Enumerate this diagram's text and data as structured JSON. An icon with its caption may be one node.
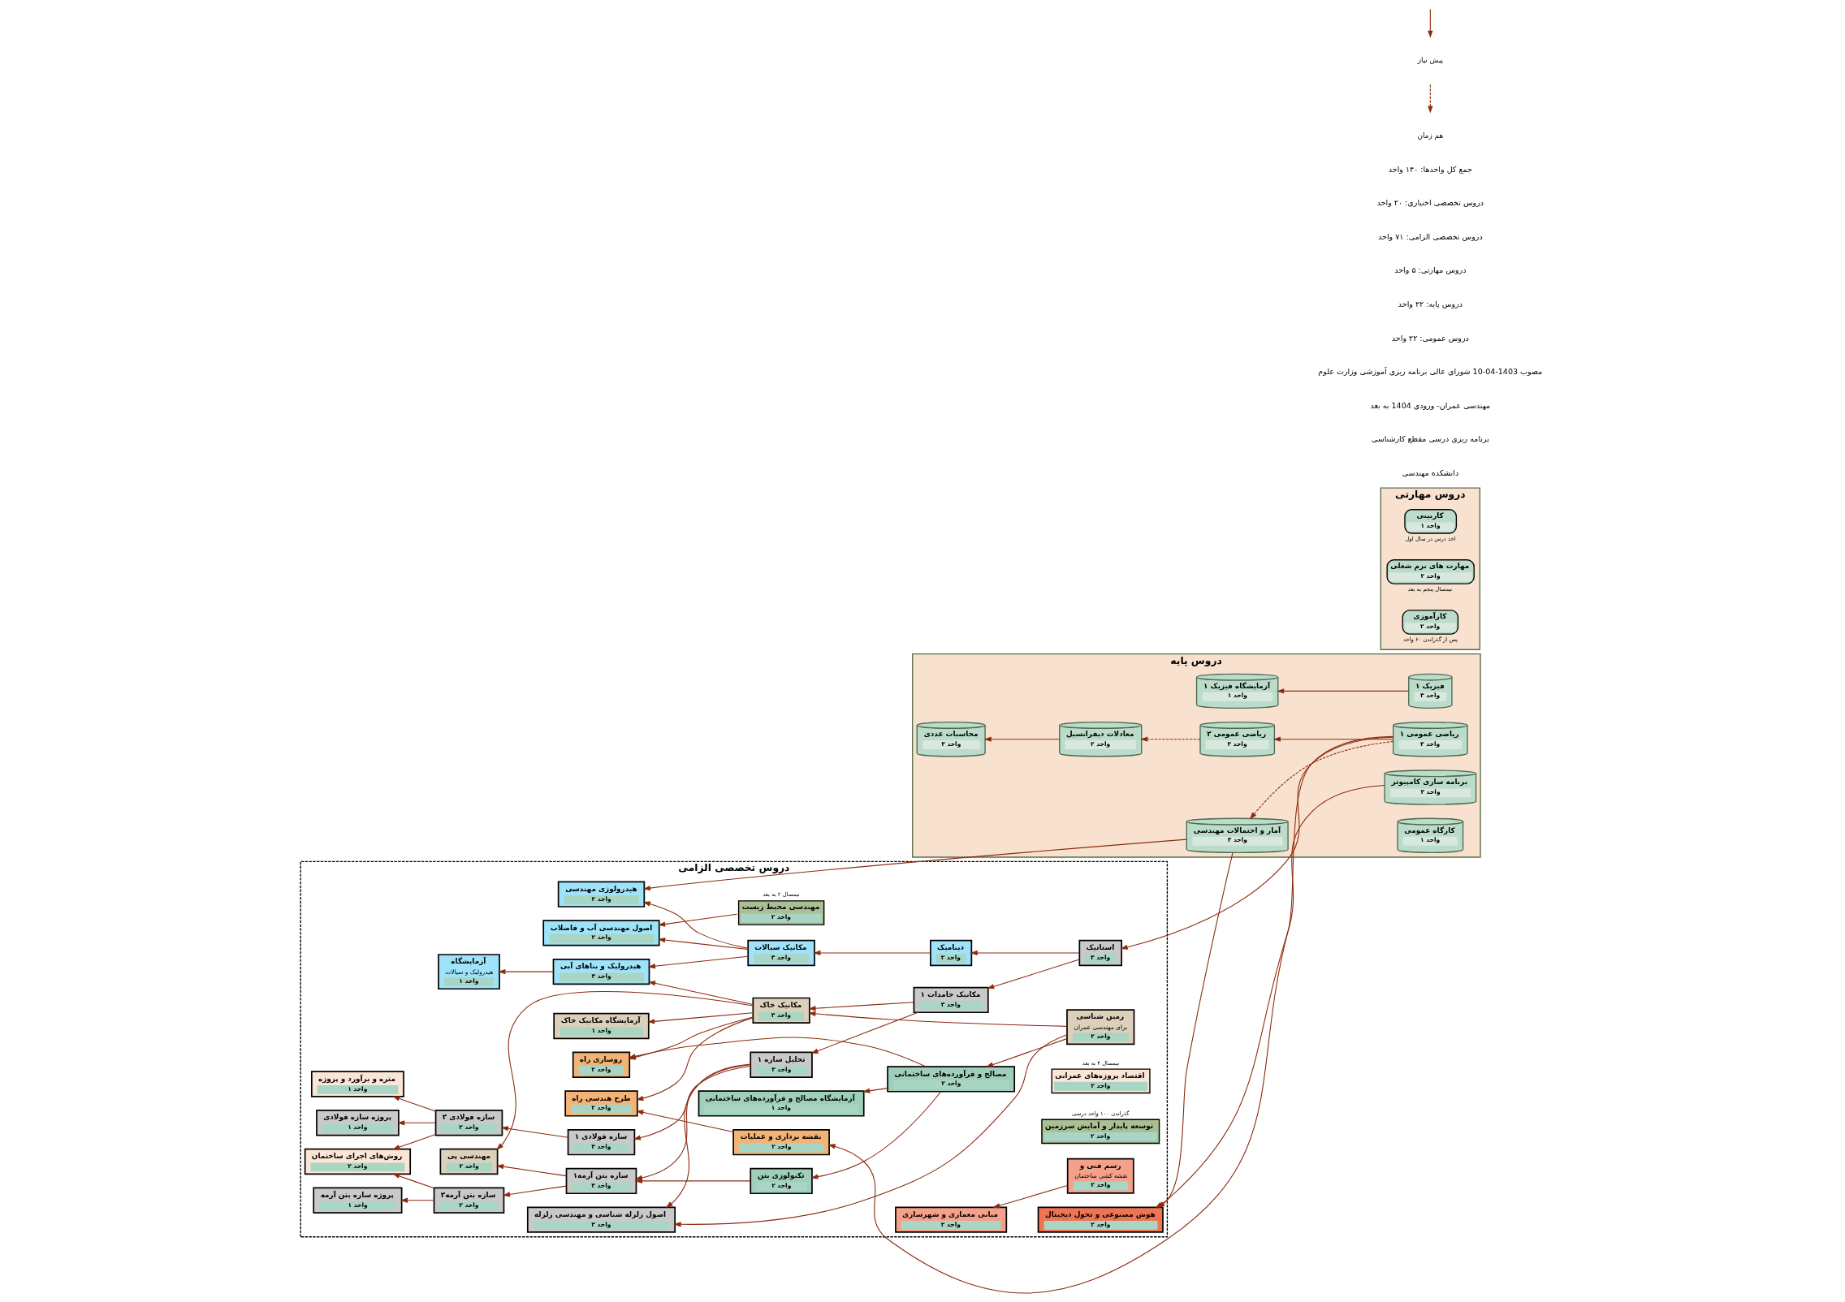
{
  "diagram": {
    "nodes": [
      {
        "text": [
          "دروس تخصصی الزامی"
        ]
      },
      {
        "text": [
          "دروس پایه"
        ]
      },
      {
        "text": [
          "دروس مهارتی"
        ]
      },
      {
        "text": [
          "پروژه سازه فولادی",
          "۱ واحد"
        ],
        "in": 0
      },
      {
        "text": [
          "متره و برآورد و پروژه",
          "۱ واحد"
        ],
        "in": 0
      },
      {
        "text": [
          "روش‌های اجرای ساختمان",
          "۲ واحد"
        ],
        "in": 0
      },
      {
        "text": [
          "پروژه سازه بتن آرمه",
          "۱ واحد"
        ],
        "in": 0
      },
      {
        "text": [
          "سازه فولادی ۲",
          "۲ واحد"
        ],
        "in": 0
      },
      {
        "text": [
          "سازه بتن آرمه۲",
          "۲ واحد"
        ],
        "in": 0
      },
      {
        "text": [
          "سازه فولادی ۱",
          "۳ واحد"
        ],
        "in": 0
      },
      {
        "text": [
          "اصول زلزله شناسی و مهندسی زلزله",
          "۳ واحد"
        ],
        "in": 0
      },
      {
        "text": [
          "سازه بتن آرمه۱",
          "۳ واحد"
        ],
        "in": 0
      },
      {
        "text": [
          "تحلیل سازه ۱",
          "۳ واحد"
        ],
        "in": 0
      },
      {
        "text": [
          "مکانیک جامدات ۱",
          "۳ واحد"
        ],
        "in": 0
      },
      {
        "text": [
          "استاتیک",
          "۳ واحد"
        ],
        "in": 0
      },
      {
        "text": [
          "تکنولوژی بتن",
          "۲ واحد"
        ],
        "in": 0
      },
      {
        "text": [
          "آزمایشگاه مصالح و فرآورده‌های ساختمانی",
          "۱ واحد"
        ],
        "in": 0
      },
      {
        "text": [
          "مصالح و فرآورده‌های ساختمانی",
          "۲ واحد"
        ],
        "in": 0
      },
      {
        "text": [
          "زمین شناسی",
          "برای مهندسی عمران",
          "۲ واحد"
        ],
        "in": 0
      },
      {
        "text": [
          "روسازی راه",
          "۲ واحد"
        ],
        "in": 0
      },
      {
        "text": [
          "مهندسی پی",
          "۲ واحد"
        ],
        "in": 0
      },
      {
        "text": [
          "مکانیک خاک",
          "۳ واحد"
        ],
        "in": 0
      },
      {
        "text": [
          "طرح هندسی راه",
          "۲ واحد"
        ],
        "in": 0
      },
      {
        "text": [
          "نقشه برداری و عملیات",
          "۲ واحد"
        ],
        "in": 0
      },
      {
        "text": [
          "اقتصاد پروژه‌های عمرانی",
          "۲ واحد"
        ],
        "in": 0,
        "beside": [
          "نیمسال ۴ به بعد"
        ]
      },
      {
        "text": [
          "آزمایشگاه مکانیک خاک",
          "۱ واحد"
        ],
        "in": 0
      },
      {
        "text": [
          "آزمایشگاه",
          "هیدرولیک و سیالات",
          "۱ واحد"
        ],
        "in": 0
      },
      {
        "text": [
          "هیدرولیک و بناهای آبی",
          "۳ واحد"
        ],
        "in": 0
      },
      {
        "text": [
          "مکانیک سیالات",
          "۳ واحد"
        ],
        "in": 0
      },
      {
        "text": [
          "دینامیک",
          "۲ واحد"
        ],
        "in": 0
      },
      {
        "text": [
          "توسعه پایدار و آمایش سرزمین",
          "۲ واحد"
        ],
        "in": 0,
        "beside": [
          "گذراندن ۱۰۰ واحد درسی"
        ]
      },
      {
        "text": [
          "هیدرولوژی مهندسی",
          "۲ واحد"
        ],
        "in": 0
      },
      {
        "text": [
          "مهندسی محیط زیست",
          "۲ واحد"
        ],
        "in": 0,
        "beside": [
          "نیمسال ۲ به بعد"
        ]
      },
      {
        "text": [
          "اصول مهندسی آب و فاضلاب",
          "۲ واحد"
        ],
        "in": 0
      },
      {
        "text": [
          "مبانی معماری و شهرسازی",
          "۲ واحد"
        ],
        "in": 0
      },
      {
        "text": [
          "رسم فنی و",
          "نقشه کشی ساختمان",
          "۲ واحد"
        ],
        "in": 0
      },
      {
        "text": [
          "هوش مصنوعی و تحول دیجیتال",
          "۲ واحد"
        ],
        "in": 0
      },
      {
        "text": [
          "فیزیک ۱",
          "۳ واحد"
        ],
        "in": 1
      },
      {
        "text": [
          "ریاضی عمومی ۱",
          "۳ واحد"
        ],
        "in": 1
      },
      {
        "text": [
          "آزمایشگاه فیزیک ۱",
          "۱ واحد"
        ],
        "in": 1
      },
      {
        "text": [
          "ریاضی عمومی ۲",
          "۳ واحد"
        ],
        "in": 1
      },
      {
        "text": [
          "محاسبات عددی",
          "۳ واحد"
        ],
        "in": 1
      },
      {
        "text": [
          "معادلات دیفرانسیل",
          "۲ واحد"
        ],
        "in": 1
      },
      {
        "text": [
          "برنامه سازی کامپیوتر",
          "۳ واحد"
        ],
        "in": 1
      },
      {
        "text": [
          "آمار و احتمالات مهندسی",
          "۳ واحد"
        ],
        "in": 1
      },
      {
        "text": [
          "کارگاه عمومی",
          "۱ واحد"
        ],
        "in": 1
      },
      {
        "text": [
          "کاربینی",
          "۱ واحد"
        ],
        "in": 2,
        "beside": [
          "اخذ درس در سال اول"
        ]
      },
      {
        "text": [
          "مهارت های نرم شغلی",
          "۲ واحد"
        ],
        "in": 2,
        "beside": [
          "نیمسال پنجم به بعد"
        ]
      },
      {
        "text": [
          "کارآموزی",
          "۲ واحد"
        ],
        "in": 2,
        "beside": [
          "پس از گذراندن ۶۰ واحد"
        ]
      }
    ],
    "edges": [
      {
        "from": 7,
        "to": 3,
        "arrow": "to"
      },
      {
        "from": 7,
        "to": 4,
        "arrow": "to"
      },
      {
        "from": 7,
        "to": 5,
        "arrow": "to"
      },
      {
        "from": 8,
        "to": 5,
        "arrow": "to"
      },
      {
        "from": 8,
        "to": 6,
        "arrow": "to"
      },
      {
        "from": 9,
        "to": 7,
        "arrow": "to"
      },
      {
        "from": 11,
        "to": 8,
        "arrow": "to"
      },
      {
        "from": 12,
        "to": 9,
        "arrow": "to"
      },
      {
        "from": 12,
        "to": 10,
        "arrow": "to"
      },
      {
        "from": 12,
        "to": 11,
        "arrow": "to"
      },
      {
        "from": 13,
        "to": 12,
        "arrow": "to"
      },
      {
        "from": 14,
        "to": 13,
        "arrow": "to"
      },
      {
        "from": 15,
        "to": 11,
        "arrow": "to"
      },
      {
        "from": 17,
        "to": 15,
        "arrow": "to"
      },
      {
        "from": 17,
        "to": 16,
        "arrow": "to"
      },
      {
        "from": 18,
        "to": 17,
        "arrow": "to"
      },
      {
        "from": 18,
        "to": 10,
        "arrow": "to"
      },
      {
        "from": 17,
        "to": 19,
        "arrow": "to"
      },
      {
        "from": 13,
        "to": 21,
        "arrow": "to"
      },
      {
        "from": 18,
        "to": 21,
        "arrow": "to"
      },
      {
        "from": 11,
        "to": 20,
        "arrow": "to"
      },
      {
        "from": 21,
        "to": 20,
        "arrow": "to"
      },
      {
        "from": 21,
        "to": 19,
        "arrow": "to"
      },
      {
        "from": 21,
        "to": 22,
        "arrow": "to"
      },
      {
        "from": 21,
        "to": 25,
        "arrow": "to"
      },
      {
        "from": 21,
        "to": 27,
        "arrow": "to"
      },
      {
        "from": 23,
        "to": 22,
        "arrow": "to"
      },
      {
        "from": 14,
        "to": 29,
        "arrow": "to"
      },
      {
        "from": 29,
        "to": 28,
        "arrow": "to"
      },
      {
        "from": 28,
        "to": 27,
        "arrow": "to"
      },
      {
        "from": 28,
        "to": 31,
        "arrow": "to"
      },
      {
        "from": 28,
        "to": 33,
        "arrow": "to"
      },
      {
        "from": 27,
        "to": 26,
        "arrow": "to"
      },
      {
        "from": 35,
        "to": 34,
        "arrow": "to"
      },
      {
        "from": 32,
        "to": 33,
        "arrow": "to"
      },
      {
        "from": 38,
        "to": 14,
        "arrow": "to"
      },
      {
        "from": 38,
        "to": 23,
        "arrow": "to"
      },
      {
        "from": 44,
        "to": 31,
        "arrow": "to"
      },
      {
        "from": 44,
        "to": 36,
        "arrow": "to"
      },
      {
        "from": 43,
        "to": 36,
        "arrow": "to"
      },
      {
        "from": 38,
        "to": 40,
        "arrow": "to"
      },
      {
        "from": 37,
        "to": 39,
        "arrow": "to"
      },
      {
        "from": 40,
        "to": 42,
        "arrow": "to",
        "style": "dashed"
      },
      {
        "from": 42,
        "to": 41,
        "arrow": "to"
      },
      {
        "from": 38,
        "to": 44,
        "arrow": "to",
        "style": "dashed"
      }
    ],
    "labels": [
      "دانشکده مهندسی",
      "برنامه ریزی درسی مقطع کارشناسی",
      "مهندسی عمران- ورودی 1404 به بعد",
      "مصوب 1403-04-10 شورای عالی برنامه ریزی آموزشی وزارت علوم",
      "دروس عمومی: ۲۲ واحد",
      "دروس پایه: ۲۲ واحد",
      "دروس مهارتی: ۵ واحد",
      "دروس تخصصی الزامی: ۷۱ واحد",
      "دروس تخصصی اختیاری: ۲۰ واحد",
      "جمع کل واحدها: ۱۴۰ واحد"
    ],
    "legend": [
      {
        "text": "پیش نیاز"
      },
      {
        "text": "هم زمان"
      }
    ]
  }
}
